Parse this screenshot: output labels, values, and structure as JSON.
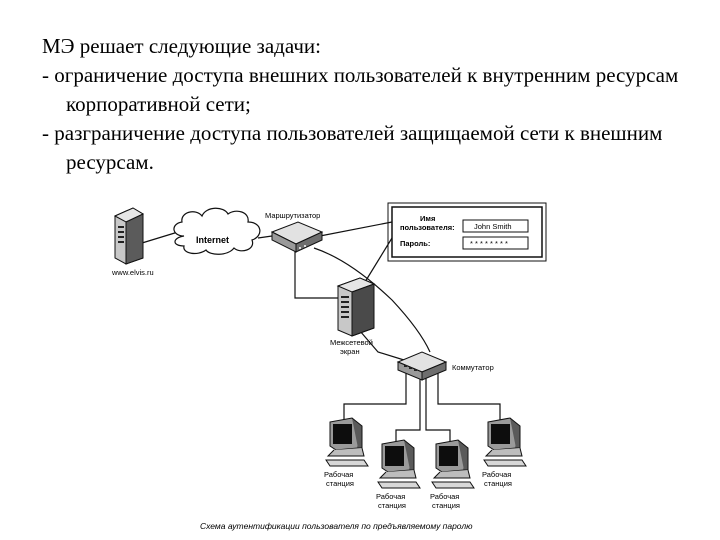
{
  "text": {
    "heading": "МЭ решает следующие задачи:",
    "bullet1": "- ограничение доступа внешних пользователей к внутренним ресурсам корпоративной сети;",
    "bullet2": "- разграничение доступа пользователей защищаемой сети к внешним ресурсам."
  },
  "diagram": {
    "server_label": "www.elvis.ru",
    "cloud_label": "Internet",
    "router_label": "Маршрутизатор",
    "login": {
      "name_label_line1": "Имя",
      "name_label_line2": "пользователя:",
      "name_value": "John Smith",
      "password_label": "Пароль:",
      "password_value": "* * * * * * * *"
    },
    "firewall_label_line1": "Межсетевой",
    "firewall_label_line2": "экран",
    "switch_label": "Коммутатор",
    "workstation_label_line1": "Рабочая",
    "workstation_label_line2": "станция",
    "caption": "Схема аутентификации пользователя по предъявляемому паролю"
  }
}
